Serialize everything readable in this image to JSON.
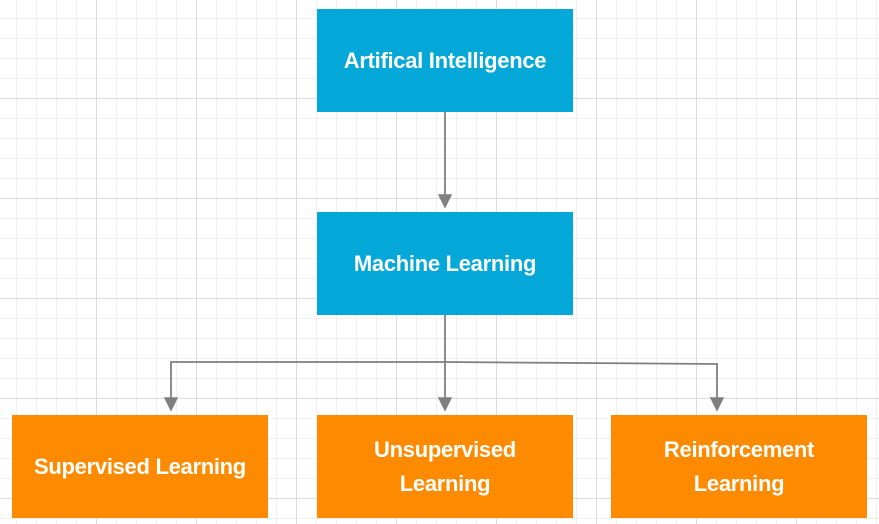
{
  "nodes": {
    "ai": {
      "label": "Artifical Intelligence"
    },
    "ml": {
      "label": "Machine Learning"
    },
    "supervised": {
      "label": "Supervised Learning"
    },
    "unsupervised": {
      "label": "Unsupervised Learning"
    },
    "reinforcement": {
      "label": "Reinforcement Learning"
    }
  },
  "edges": [
    {
      "from": "ai",
      "to": "ml"
    },
    {
      "from": "ml",
      "to": "supervised"
    },
    {
      "from": "ml",
      "to": "unsupervised"
    },
    {
      "from": "ml",
      "to": "reinforcement"
    }
  ],
  "colors": {
    "level_1": "#03a8d8",
    "level_2": "#fe8a00",
    "text": "#ffffff",
    "connector": "#7f7f7f"
  }
}
